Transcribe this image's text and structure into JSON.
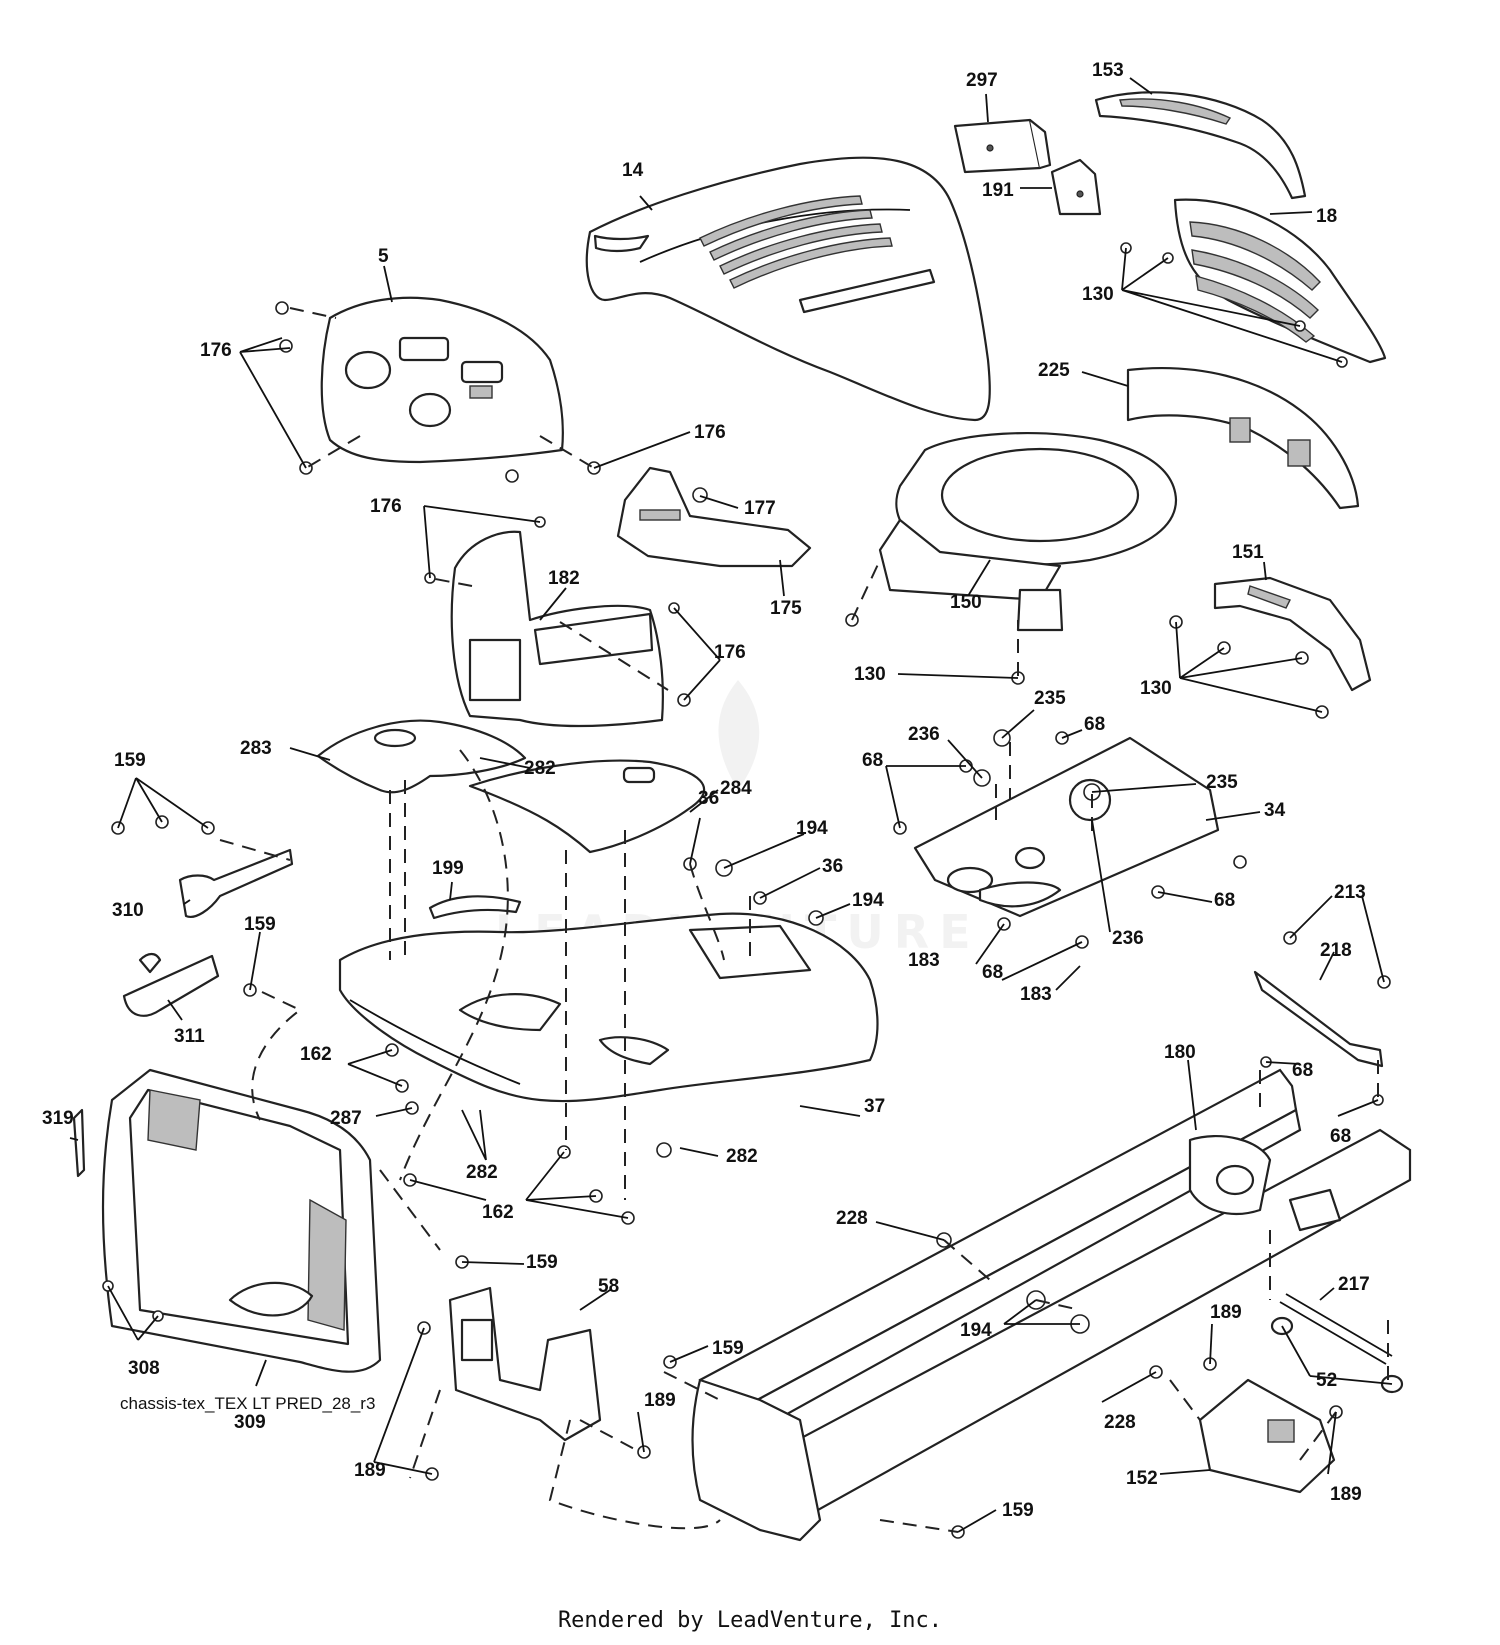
{
  "diagram_id": "chassis-tex_TEX LT PRED_28_r3",
  "rendered_by": "Rendered by LeadVenture, Inc.",
  "watermark": "LEADVENTURE",
  "callouts": {
    "c297": "297",
    "c153": "153",
    "c14": "14",
    "c191": "191",
    "c18": "18",
    "c5": "5",
    "c176a": "176",
    "c130a": "130",
    "c225": "225",
    "c176b": "176",
    "c177": "177",
    "c176c": "176",
    "c182": "182",
    "c175": "175",
    "c150": "150",
    "c151": "151",
    "c176d": "176",
    "c130b": "130",
    "c130c": "130",
    "c235a": "235",
    "c283": "283",
    "c282a": "282",
    "c236a": "236",
    "c68a": "68",
    "c68b": "68",
    "c159a": "159",
    "c284": "284",
    "c235b": "235",
    "c34": "34",
    "c36a": "36",
    "c194a": "194",
    "c199": "199",
    "c36b": "36",
    "c310": "310",
    "c194b": "194",
    "c68c": "68",
    "c159b": "159",
    "c236b": "236",
    "c183a": "183",
    "c68d": "68",
    "c213": "213",
    "c183b": "183",
    "c218": "218",
    "c311": "311",
    "c162a": "162",
    "c180": "180",
    "c68e": "68",
    "c37": "37",
    "c287": "287",
    "c319": "319",
    "c68f": "68",
    "c282b": "282",
    "c282c": "282",
    "c162b": "162",
    "c228a": "228",
    "c159c": "159",
    "c58": "58",
    "c217": "217",
    "c189a": "189",
    "c194c": "194",
    "c308": "308",
    "c159d": "159",
    "c52": "52",
    "c189b": "189",
    "c228b": "228",
    "c309": "309",
    "c189c": "189",
    "c152": "152",
    "c189d": "189",
    "c159e": "159"
  }
}
